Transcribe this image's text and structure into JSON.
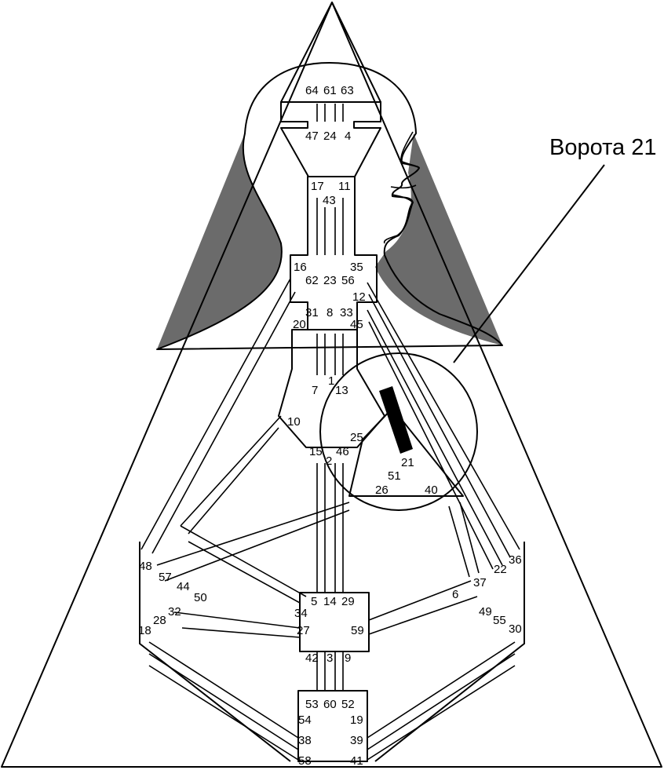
{
  "callout": {
    "label": "Ворота 21"
  },
  "colors": {
    "aura": "#6b6b6b",
    "ink": "#000000",
    "paper": "#ffffff",
    "highlight": "#000000"
  },
  "highlight_gate": "21",
  "gates": [
    "64",
    "61",
    "63",
    "47",
    "24",
    "4",
    "17",
    "43",
    "11",
    "16",
    "62",
    "23",
    "56",
    "35",
    "12",
    "31",
    "8",
    "33",
    "20",
    "45",
    "1",
    "7",
    "13",
    "10",
    "25",
    "15",
    "2",
    "46",
    "21",
    "51",
    "26",
    "40",
    "48",
    "57",
    "44",
    "50",
    "34",
    "5",
    "14",
    "29",
    "6",
    "37",
    "22",
    "36",
    "32",
    "28",
    "18",
    "27",
    "59",
    "49",
    "55",
    "30",
    "42",
    "3",
    "9",
    "53",
    "60",
    "52",
    "54",
    "19",
    "38",
    "39",
    "58",
    "41"
  ]
}
